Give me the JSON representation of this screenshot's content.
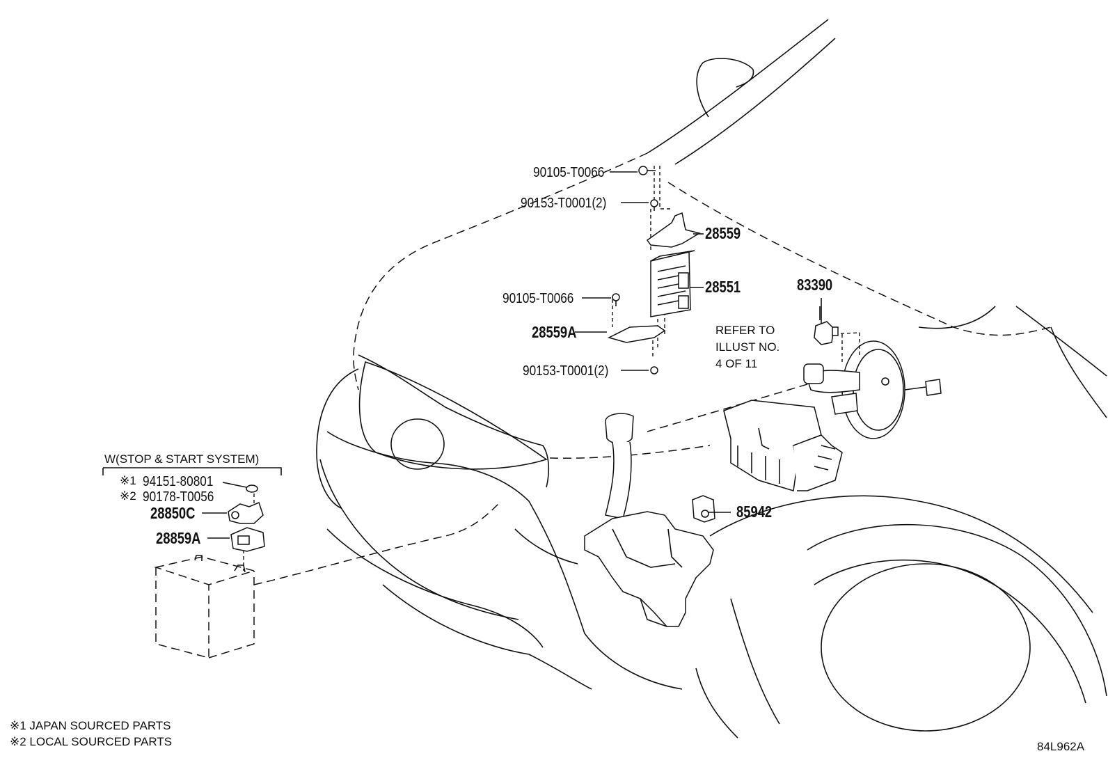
{
  "diagram": {
    "callouts": {
      "p90105_top": "90105-T0066",
      "p90153_top": "90153-T0001(2)",
      "p28559": "28559",
      "p28551": "28551",
      "p90105_mid": "90105-T0066",
      "p28559a": "28559A",
      "p90153_bottom": "90153-T0001(2)",
      "p83390": "83390",
      "p85942": "85942"
    },
    "refer_note": [
      "REFER TO",
      "ILLUST NO.",
      "4 OF 11"
    ],
    "stop_start": {
      "header": "W(STOP & START SYSTEM)",
      "row1_mark": "※1",
      "row1_part": "94151-80801",
      "row2_mark": "※2",
      "row2_part": "90178-T0056",
      "p28850c": "28850C",
      "p28859a": "28859A"
    },
    "legend": {
      "note1": "※1 JAPAN SOURCED PARTS",
      "note2": "※2 LOCAL SOURCED PARTS"
    },
    "illustration_id": "84L962A"
  }
}
